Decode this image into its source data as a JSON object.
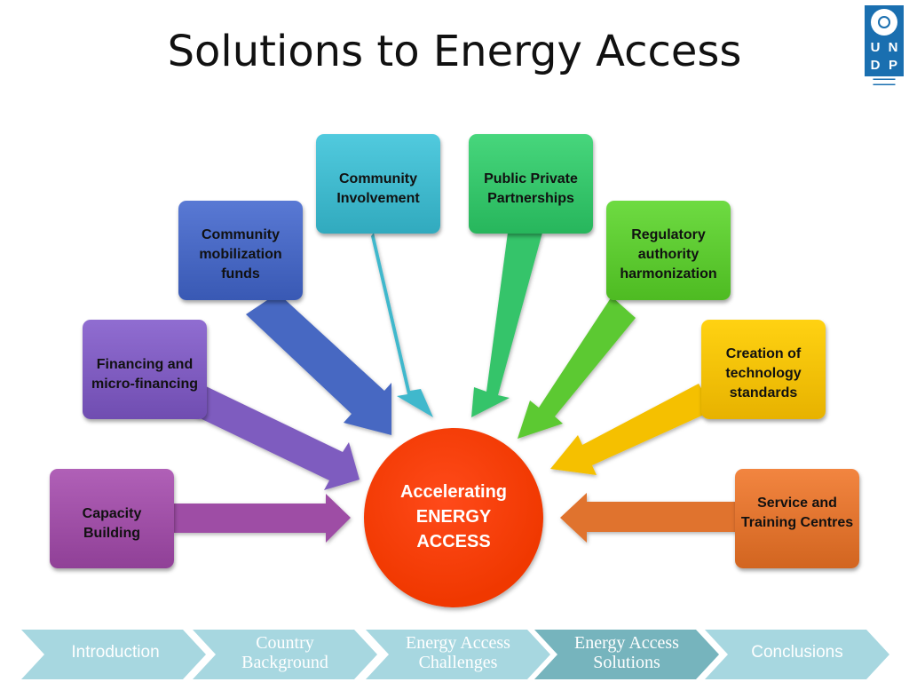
{
  "title": "Solutions to Energy Access",
  "logo": {
    "letters": [
      "U",
      "N",
      "D",
      "P"
    ]
  },
  "diagram": {
    "center": "Accelerating ENERGY ACCESS",
    "center_color": "#f53a08",
    "nodes": [
      {
        "id": "capacity-building",
        "label": "Capacity Building",
        "color": "#9e4ea5"
      },
      {
        "id": "financing",
        "label": "Financing and micro-financing",
        "color": "#7e5bbf"
      },
      {
        "id": "mobilization-funds",
        "label": "Community mobilization funds",
        "color": "#4767c2"
      },
      {
        "id": "community-involvement",
        "label": "Community Involvement",
        "color": "#3fb8cc"
      },
      {
        "id": "ppp",
        "label": "Public Private Partnerships",
        "color": "#35c46a"
      },
      {
        "id": "regulatory",
        "label": "Regulatory authority harmonization",
        "color": "#5cc930"
      },
      {
        "id": "standards",
        "label": "Creation of technology standards",
        "color": "#f5c000"
      },
      {
        "id": "service-centres",
        "label": "Service and Training Centres",
        "color": "#e0732e"
      }
    ]
  },
  "nav": {
    "items": [
      {
        "label": "Introduction",
        "active": false
      },
      {
        "label": "Country Background",
        "active": false
      },
      {
        "label": "Energy Access Challenges",
        "active": false
      },
      {
        "label": "Energy Access Solutions",
        "active": true
      },
      {
        "label": "Conclusions",
        "active": false
      }
    ],
    "inactive_color": "#a7d7e0",
    "active_color": "#76b4bd"
  }
}
